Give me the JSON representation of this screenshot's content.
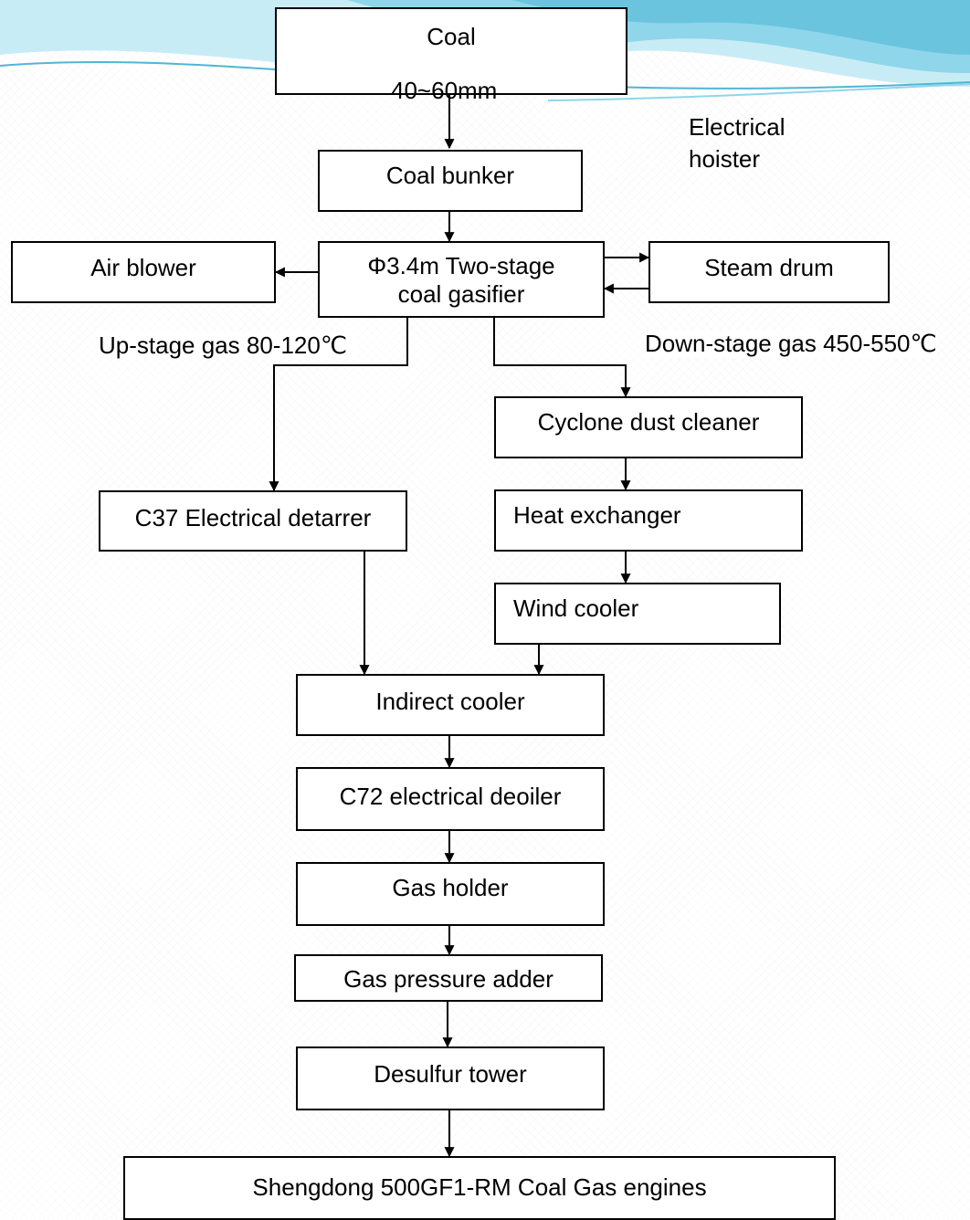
{
  "nodes": {
    "coal": "Coal",
    "coal_size": "40~60mm",
    "coal_bunker": "Coal bunker",
    "gasifier_line1": "Φ3.4m Two-stage",
    "gasifier_line2": "coal gasifier",
    "air_blower": "Air blower",
    "steam_drum": "Steam drum",
    "cyclone": "Cyclone dust cleaner",
    "detarrer": "C37 Electrical detarrer",
    "heat_exchanger": "Heat exchanger",
    "wind_cooler": "Wind cooler",
    "indirect_cooler": "Indirect cooler",
    "deoiler": "C72 electrical deoiler",
    "gas_holder": "Gas holder",
    "pressure_adder": "Gas pressure adder",
    "desulfur": "Desulfur tower",
    "engines": "Shengdong 500GF1-RM Coal Gas engines"
  },
  "labels": {
    "hoister_line1": "Electrical",
    "hoister_line2": "hoister",
    "up_stage_gas": "Up-stage gas 80-120℃",
    "down_stage_gas": "Down-stage gas 450-550℃"
  },
  "colors": {
    "line": "#000000",
    "wave_light": "#c8ecf6",
    "wave_mid": "#8fd6ea",
    "wave_dark": "#4fb6d3"
  }
}
